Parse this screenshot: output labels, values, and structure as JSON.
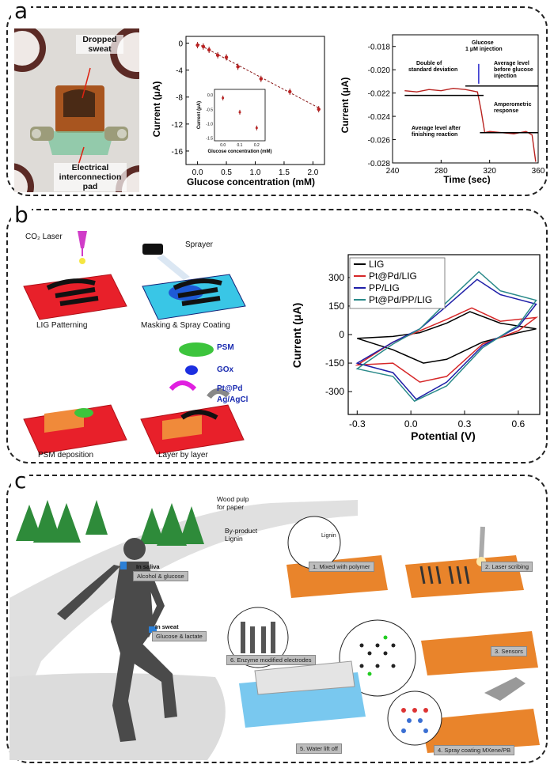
{
  "panels": {
    "a": {
      "letter": "a",
      "photo": {
        "label_sweat": "Dropped sweat",
        "label_pad": "Electrical interconnection pad"
      },
      "plot1": {
        "xlabel": "Glucose concentration (mM)",
        "ylabel": "Current (μA)",
        "yticks": [
          "0",
          "-4",
          "-8",
          "-12",
          "-16"
        ],
        "xticks": [
          "0.0",
          "0.5",
          "1.0",
          "1.5",
          "2.0"
        ],
        "inset": {
          "ylabel": "Current (μA)",
          "xlabel": "Glucose concentration (mM)",
          "yticks": [
            "0.0",
            "-0.5",
            "-1.0",
            "-1.5"
          ],
          "xticks": [
            "0.0",
            "0.1",
            "0.2"
          ]
        }
      },
      "plot2": {
        "xlabel": "Time (sec)",
        "ylabel": "Current (μA)",
        "yticks": [
          "-0.018",
          "-0.020",
          "-0.022",
          "-0.024",
          "-0.026",
          "-0.028"
        ],
        "xticks": [
          "240",
          "280",
          "320",
          "360"
        ],
        "annotations": {
          "glucose_1": "Glucose",
          "glucose_2": "1 μM injection",
          "double_1": "Double of",
          "double_2": "standard deviation",
          "avg_before_1": "Average level",
          "avg_before_2": "before glucose",
          "avg_before_3": "injection",
          "ampero_1": "Amperometric",
          "ampero_2": "response",
          "avg_after_1": "Average level after",
          "avg_after_2": "finishing reaction"
        }
      }
    },
    "b": {
      "letter": "b",
      "steps": {
        "laser": "CO₂ Laser",
        "sprayer": "Sprayer",
        "lig": "LIG Patterning",
        "masking": "Masking & Spray Coating",
        "psm_dep": "PSM deposition",
        "layer": "Layer by layer"
      },
      "legend_layers": {
        "psm": "PSM",
        "gox": "GOx",
        "ptpd": "Pt@Pd",
        "agcl": "Ag/AgCl"
      },
      "cv": {
        "xlabel": "Potential (V)",
        "ylabel": "Current (μA)",
        "yticks": [
          "300",
          "150",
          "0",
          "-150",
          "-300"
        ],
        "xticks": [
          "-0.3",
          "0.0",
          "0.3",
          "0.6"
        ],
        "legend": [
          "LIG",
          "Pt@Pd/LIG",
          "PP/LIG",
          "Pt@Pd/PP/LIG"
        ]
      }
    },
    "c": {
      "letter": "c",
      "texts": {
        "wood_1": "Wood pulp",
        "wood_2": "for paper",
        "by_1": "By-product",
        "by_2": "Lignin",
        "lignin": "Lignin",
        "saliva_title": "In saliva",
        "saliva_text": "Alcohol & glucose",
        "sweat_title": "In sweat",
        "sweat_text": "Glucose & lactate"
      },
      "steps": [
        "1. Mixed with polymer",
        "2. Laser scribing",
        "3. Sensors",
        "4. Spray coating MXene/PB",
        "5. Water lift off",
        "6. Enzyme modified electrodes"
      ]
    }
  },
  "chart_data": [
    {
      "type": "scatter",
      "xlabel": "Glucose concentration (mM)",
      "ylabel": "Current (μA)",
      "xlim": [
        -0.2,
        2.2
      ],
      "ylim": [
        -18,
        1
      ],
      "series": [
        {
          "x": [
            0,
            0.1,
            0.2,
            0.35,
            0.5,
            0.7,
            1.1,
            1.6,
            2.1
          ],
          "y": [
            -0.3,
            -0.5,
            -1.0,
            -1.8,
            -2.1,
            -3.5,
            -5.3,
            -7.2,
            -9.8
          ]
        }
      ],
      "fit_line": {
        "x": [
          0,
          2.1
        ],
        "y": [
          -0.1,
          -9.6
        ]
      },
      "inset": {
        "x": [
          0,
          0.1,
          0.2
        ],
        "y": [
          -0.1,
          -0.6,
          -1.15
        ],
        "xlim": [
          -0.05,
          0.25
        ],
        "ylim": [
          -1.6,
          0.2
        ]
      }
    },
    {
      "type": "line",
      "xlabel": "Time (sec)",
      "ylabel": "Current (μA)",
      "xlim": [
        240,
        360
      ],
      "ylim": [
        -0.028,
        -0.017
      ],
      "series": [
        {
          "x": [
            250,
            260,
            270,
            280,
            290,
            300,
            305,
            310,
            313,
            316,
            320,
            330,
            340,
            350,
            355,
            358
          ],
          "y": [
            -0.0218,
            -0.0219,
            -0.0217,
            -0.0218,
            -0.0216,
            -0.0217,
            -0.0218,
            -0.0219,
            -0.0235,
            -0.0254,
            -0.0253,
            -0.0254,
            -0.0255,
            -0.0253,
            -0.0256,
            -0.0279
          ]
        }
      ]
    },
    {
      "type": "line",
      "xlabel": "Potential (V)",
      "ylabel": "Current (μA)",
      "xlim": [
        -0.35,
        0.72
      ],
      "ylim": [
        -420,
        420
      ],
      "series": [
        {
          "name": "LIG",
          "color": "#000000",
          "x": [
            -0.3,
            -0.1,
            0.05,
            0.2,
            0.33,
            0.5,
            0.7,
            0.6,
            0.4,
            0.2,
            0.07,
            -0.1,
            -0.3
          ],
          "y": [
            -20,
            -10,
            10,
            60,
            120,
            60,
            30,
            10,
            -40,
            -130,
            -150,
            -80,
            -20
          ]
        },
        {
          "name": "Pt@Pd/LIG",
          "color": "#d62728",
          "x": [
            -0.3,
            -0.1,
            0.05,
            0.2,
            0.34,
            0.5,
            0.7,
            0.6,
            0.4,
            0.2,
            0.05,
            -0.1,
            -0.3
          ],
          "y": [
            -160,
            -40,
            20,
            80,
            140,
            70,
            90,
            20,
            -50,
            -220,
            -250,
            -150,
            -160
          ]
        },
        {
          "name": "PP/LIG",
          "color": "#1f1fa8",
          "x": [
            -0.3,
            -0.1,
            0.05,
            0.2,
            0.37,
            0.5,
            0.7,
            0.6,
            0.4,
            0.2,
            0.03,
            -0.1,
            -0.3
          ],
          "y": [
            -150,
            -40,
            30,
            150,
            290,
            210,
            160,
            40,
            -60,
            -250,
            -340,
            -200,
            -150
          ]
        },
        {
          "name": "Pt@Pd/PP/LIG",
          "color": "#2a8a8a",
          "x": [
            -0.3,
            -0.1,
            0.05,
            0.2,
            0.38,
            0.5,
            0.7,
            0.6,
            0.4,
            0.2,
            0.02,
            -0.1,
            -0.3
          ],
          "y": [
            -180,
            -50,
            30,
            170,
            330,
            230,
            180,
            50,
            -70,
            -270,
            -350,
            -220,
            -180
          ]
        }
      ]
    }
  ]
}
